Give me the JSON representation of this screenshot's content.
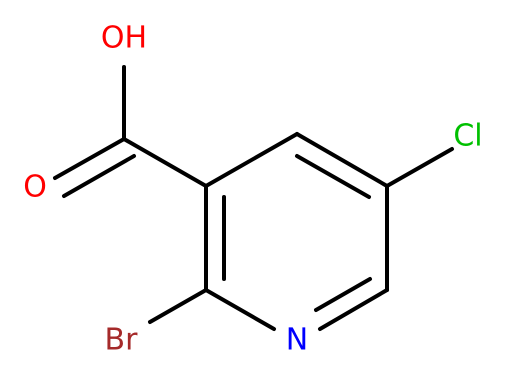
{
  "molecule": {
    "atoms": {
      "oh": {
        "label": "OH",
        "color": "#ff0000"
      },
      "o": {
        "label": "O",
        "color": "#ff0000"
      },
      "cl": {
        "label": "Cl",
        "color": "#00c000"
      },
      "br": {
        "label": "Br",
        "color": "#a52a2a"
      },
      "n": {
        "label": "N",
        "color": "#0000ff"
      }
    },
    "bond_color": "#000000"
  }
}
